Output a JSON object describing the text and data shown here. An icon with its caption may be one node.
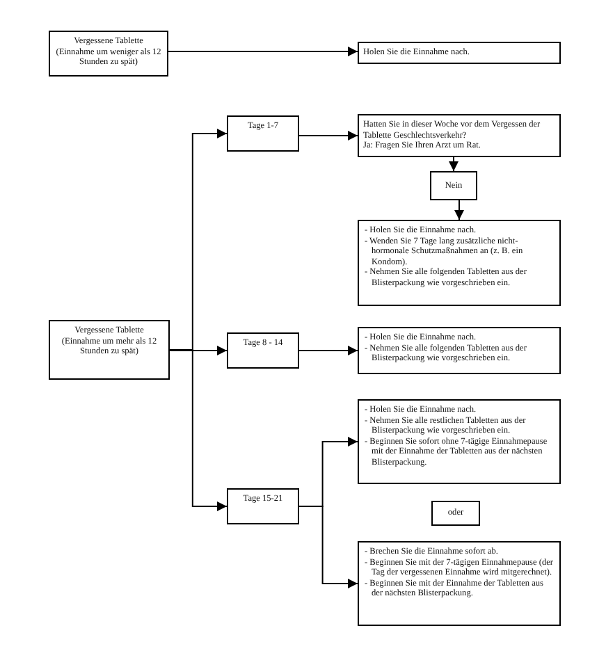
{
  "diagram": {
    "nodes": [
      {
        "text": [
          "Vergessene Tablette (Einnahme um weniger als 12 Stunden zu spät)"
        ]
      },
      {
        "text": [
          "Holen Sie die Einnahme nach."
        ]
      },
      {
        "text": [
          "Vergessene Tablette (Einnahme um mehr als 12 Stunden zu spät)"
        ]
      },
      {
        "text": [
          "Tage 1-7"
        ]
      },
      {
        "text": [
          "Hatten Sie in dieser Woche vor dem Vergessen der Tablette Geschlechtsverkehr?",
          "Ja: Fragen Sie Ihren Arzt um Rat."
        ]
      },
      {
        "text": [
          "Nein"
        ]
      },
      {
        "text": [
          "- Holen Sie die Einnahme nach.",
          "- Wenden Sie 7 Tage lang zusätzliche nicht-hormonale Schutzmaßnahmen an (z. B. ein Kondom).",
          "- Nehmen Sie alle folgenden Tabletten aus der Blisterpackung wie vorgeschrieben ein."
        ]
      },
      {
        "text": [
          "Tage 8 - 14"
        ]
      },
      {
        "text": [
          "- Holen Sie die Einnahme nach.",
          "- Nehmen Sie alle folgenden Tabletten aus der Blisterpackung wie vorgeschrieben ein."
        ]
      },
      {
        "text": [
          "Tage 15-21"
        ]
      },
      {
        "text": [
          "- Holen Sie die Einnahme nach.",
          "- Nehmen Sie alle restlichen Tabletten aus der Blisterpackung wie vorgeschrieben ein.",
          "- Beginnen Sie sofort ohne 7-tägige Einnahmepause mit der Einnahme der Tabletten aus der nächsten Blisterpackung."
        ]
      },
      {
        "text": [
          "oder"
        ]
      },
      {
        "text": [
          "- Brechen Sie die Einnahme sofort ab.",
          "- Beginnen Sie mit der 7-tägigen Einnahmepause (der Tag der vergessenen Einnahme wird mitgerechnet).",
          "- Beginnen Sie mit der Einnahme der Tabletten aus der nächsten Blisterpackung."
        ]
      }
    ],
    "edges": [
      {
        "from": 0,
        "to": 1,
        "arrow": "to"
      },
      {
        "from": 2,
        "to": 3,
        "arrow": "to"
      },
      {
        "from": 2,
        "to": 7,
        "arrow": "to"
      },
      {
        "from": 2,
        "to": 9,
        "arrow": "to"
      },
      {
        "from": 3,
        "to": 4,
        "arrow": "to"
      },
      {
        "from": 4,
        "to": 5,
        "arrow": "to"
      },
      {
        "from": 5,
        "to": 6,
        "arrow": "to"
      },
      {
        "from": 7,
        "to": 8,
        "arrow": "to"
      },
      {
        "from": 9,
        "to": 10,
        "arrow": "to"
      },
      {
        "from": 9,
        "to": 12,
        "arrow": "to"
      }
    ]
  }
}
